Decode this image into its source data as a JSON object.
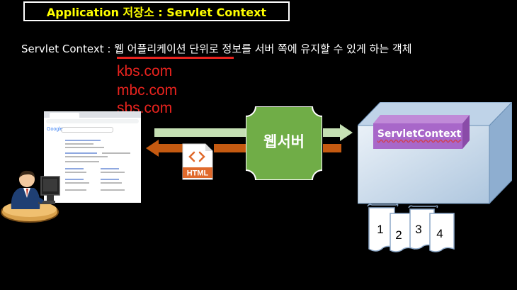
{
  "title": "Application 저장소 : Servlet Context",
  "definition": {
    "term": "Servlet Context : ",
    "underlined_part": "웹 어플리케이션 단위",
    "rest": "로 정보를 서버 쪽에 유지할 수 있게 하는 객체"
  },
  "domains": [
    "kbs.com",
    "mbc.com",
    "sbs.com"
  ],
  "html_icon_label": "HTML",
  "web_server_label": "웹서버",
  "servlet_context_label": "ServletContext",
  "documents": [
    "1",
    "2",
    "3",
    "4"
  ],
  "browser": {
    "logo": "Google"
  },
  "colors": {
    "title_text": "#ffff00",
    "domain_text": "#e8231e",
    "request_arrow": "#c5e0b4",
    "response_arrow": "#c55a11",
    "web_server_fill": "#70ad47",
    "container_fill": "#d6e3ef",
    "servlet_context_fill": "#a867c9"
  }
}
